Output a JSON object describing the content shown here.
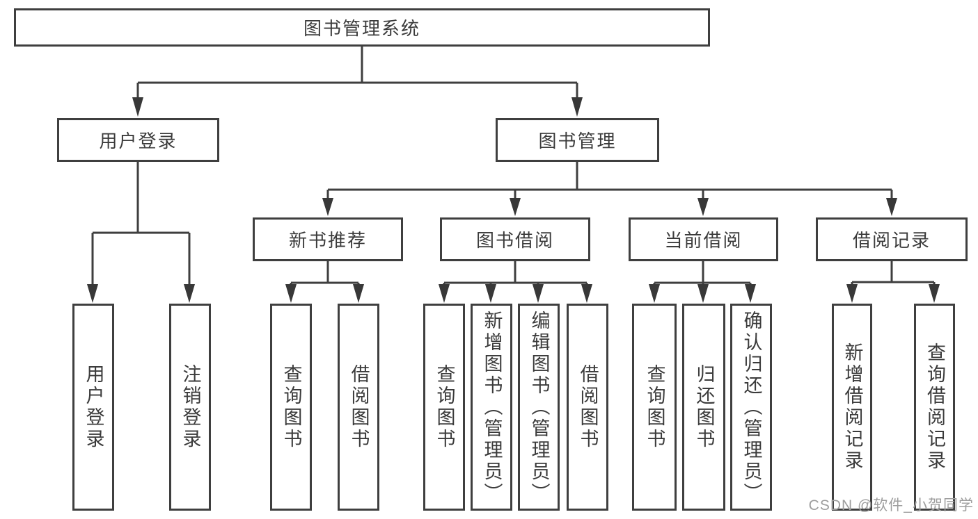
{
  "diagram": {
    "root": {
      "label": "图书管理系统"
    },
    "modules": [
      {
        "label": "用户登录",
        "children": [
          {
            "label": "用户登录"
          },
          {
            "label": "注销登录"
          }
        ]
      },
      {
        "label": "图书管理",
        "sections": [
          {
            "label": "新书推荐",
            "children": [
              {
                "label": "查询图书"
              },
              {
                "label": "借阅图书"
              }
            ]
          },
          {
            "label": "图书借阅",
            "children": [
              {
                "label": "查询图书"
              },
              {
                "label": "新增图书（管理员）"
              },
              {
                "label": "编辑图书（管理员）"
              },
              {
                "label": "借阅图书"
              }
            ]
          },
          {
            "label": "当前借阅",
            "children": [
              {
                "label": "查询图书"
              },
              {
                "label": "归还图书"
              },
              {
                "label": "确认归还（管理员）"
              }
            ]
          },
          {
            "label": "借阅记录",
            "children": [
              {
                "label": "新增借阅记录"
              },
              {
                "label": "查询借阅记录"
              }
            ]
          }
        ]
      }
    ]
  },
  "watermark": {
    "text": "CSDN @软件_小贺同学"
  },
  "colors": {
    "line": "#3f3f3f",
    "text": "#3b3b3b",
    "background": "#ffffff",
    "watermark": "#9e9e9e"
  }
}
